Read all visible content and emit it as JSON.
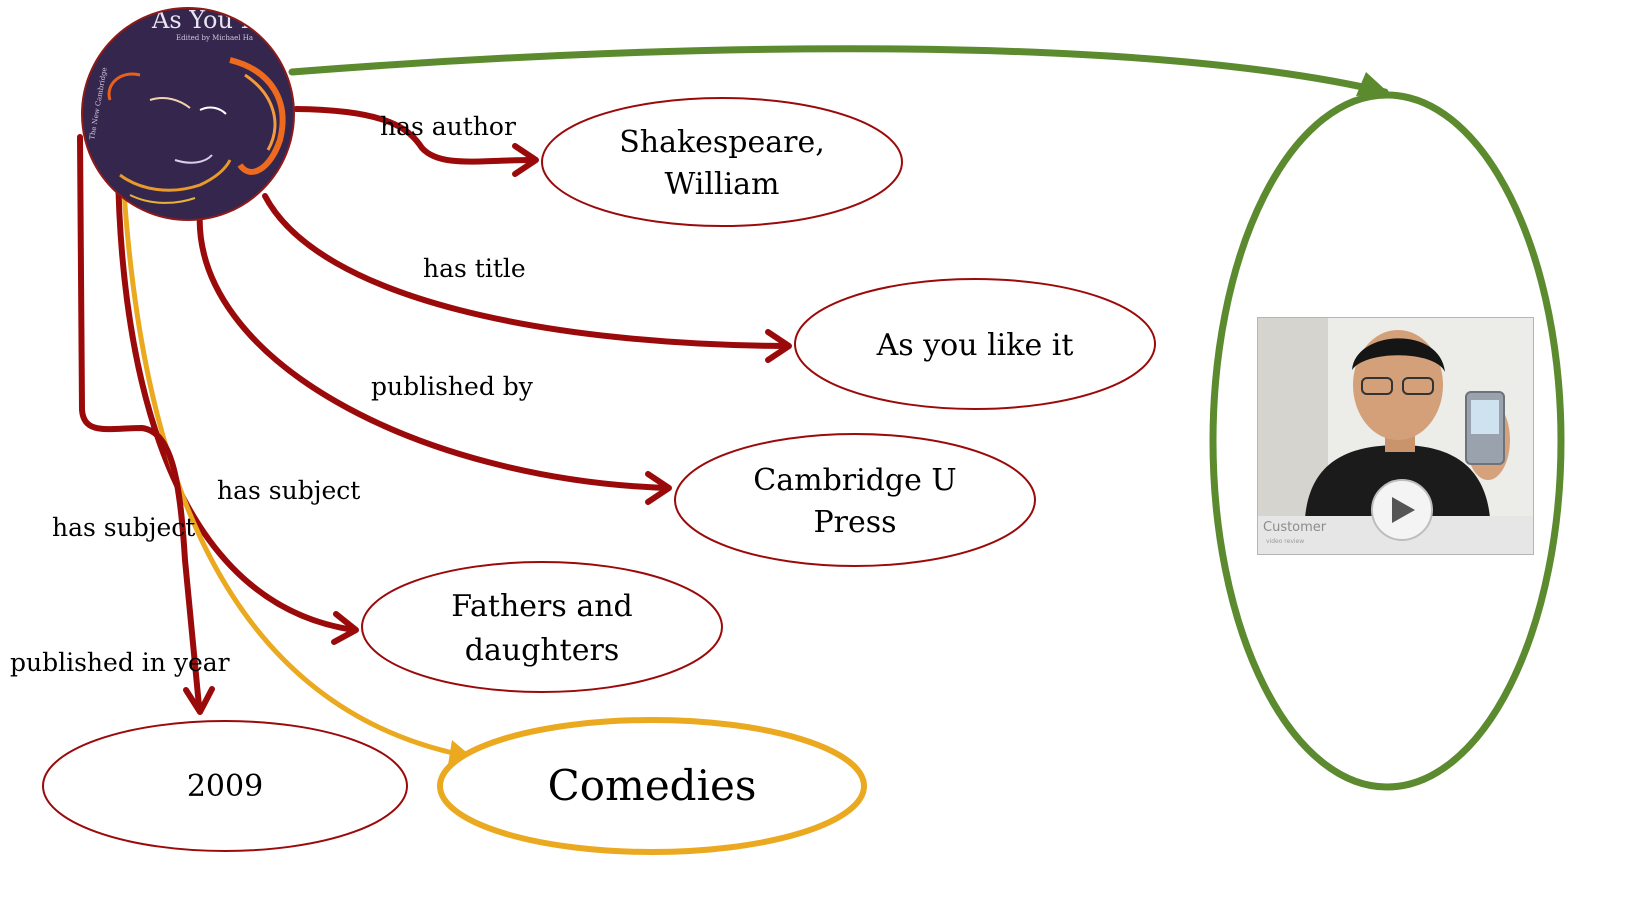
{
  "colors": {
    "relation": "#9b0a0a",
    "subject_relation": "#eaa91f",
    "same_as_relation": "#5c8a2e",
    "node_fill": "#ffffff"
  },
  "source_node": {
    "icon": "book-cover-image",
    "cover_title": "As You L",
    "cover_subtitle": "Edited by Michael Ha",
    "cover_side_text": "The New Cambridge"
  },
  "nodes": {
    "author": {
      "line1": "Shakespeare,",
      "line2": "William"
    },
    "title": {
      "text": "As you like it"
    },
    "publisher": {
      "line1": "Cambridge U",
      "line2": "Press"
    },
    "subject1": {
      "line1": "Fathers and",
      "line2": "daughters"
    },
    "year": {
      "text": "2009"
    },
    "subject2": {
      "text": "Comedies"
    }
  },
  "edges": {
    "author": "has author",
    "title": "has title",
    "publisher": "published by",
    "subject_inner": "has subject",
    "subject_outer": "has subject",
    "year": "published in year"
  },
  "target_node": {
    "icon": "video-thumbnail",
    "caption": "Customer",
    "subcaption": "video review"
  }
}
